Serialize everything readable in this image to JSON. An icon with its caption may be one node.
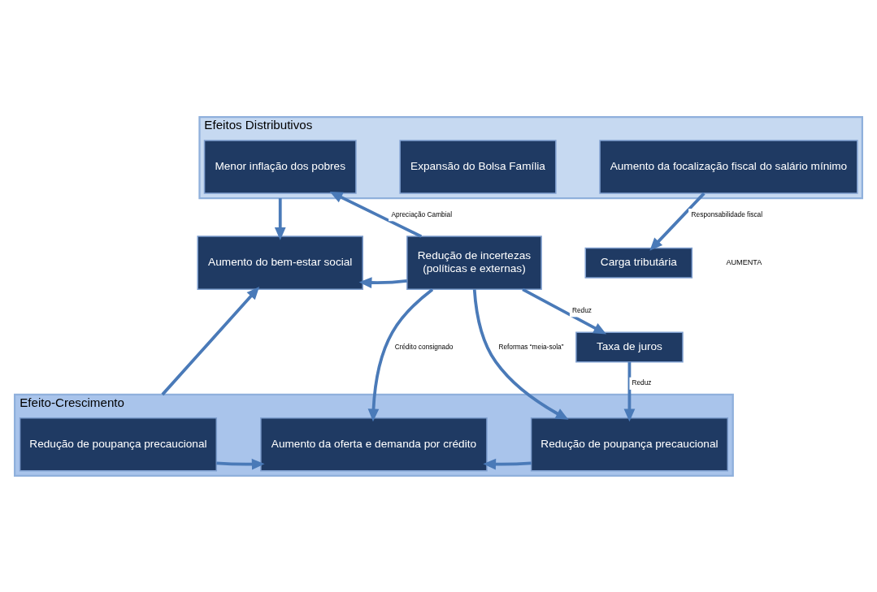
{
  "diagram": {
    "nodes": [
      {
        "text": [
          "Efeitos Distributivos"
        ]
      },
      {
        "text": [
          "Menor inflação dos pobres"
        ],
        "in": 0
      },
      {
        "text": [
          "Expansão do Bolsa Família"
        ],
        "in": 0
      },
      {
        "text": [
          "Aumento da focalização fiscal do salário mínimo"
        ],
        "in": 0
      },
      {
        "text": [
          "Aumento do bem-estar social"
        ]
      },
      {
        "text": [
          "Redução de incertezas",
          "(políticas e externas)"
        ]
      },
      {
        "text": [
          "Carga tributária"
        ]
      },
      {
        "text": [
          "Taxa de juros"
        ]
      },
      {
        "text": [
          "Efeito-Crescimento"
        ]
      },
      {
        "text": [
          "Redução de poupança precaucional"
        ],
        "in": 8
      },
      {
        "text": [
          "Aumento da oferta e demanda por crédito"
        ],
        "in": 8
      },
      {
        "text": [
          "Redução de poupança precaucional"
        ],
        "in": 8
      }
    ],
    "edges": [
      {
        "from": 0,
        "to": 4,
        "arrow": "to"
      },
      {
        "from": 5,
        "to": 1,
        "arrow": "to",
        "label": "Apreciação Cambial"
      },
      {
        "from": 3,
        "to": 6,
        "arrow": "to",
        "label": "Responsabilidade fiscal"
      },
      {
        "from": 5,
        "to": 4,
        "arrow": "to"
      },
      {
        "from": 5,
        "to": 7,
        "arrow": "to",
        "label": "Reduz"
      },
      {
        "from": 5,
        "to": 10,
        "arrow": "to",
        "label": "Crédito consignado"
      },
      {
        "from": 5,
        "to": 11,
        "arrow": "to",
        "label": "Reformas “meia-sola”"
      },
      {
        "from": 7,
        "to": 11,
        "arrow": "to",
        "label": "Reduz"
      },
      {
        "from": 8,
        "to": 4,
        "arrow": "to"
      },
      {
        "from": 9,
        "to": 10,
        "arrow": "to"
      },
      {
        "from": 11,
        "to": 10,
        "arrow": "to"
      }
    ],
    "labels": [
      "AUMENTA"
    ]
  }
}
